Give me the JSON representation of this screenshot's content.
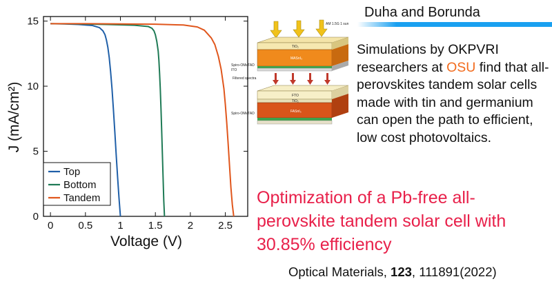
{
  "chart_data": {
    "type": "line",
    "xlabel": "Voltage (V)",
    "ylabel": "J (mA/cm²)",
    "xlim": [
      -0.1,
      2.82
    ],
    "ylim": [
      0,
      15.35
    ],
    "xticks": [
      0,
      0.5,
      1,
      1.5,
      2,
      2.5
    ],
    "xtick_labels": [
      "0",
      "0.5",
      "1",
      "1.5",
      "2",
      "2.5"
    ],
    "yticks": [
      0,
      5,
      10,
      15
    ],
    "ytick_labels": [
      "0",
      "5",
      "10",
      "15"
    ],
    "legend_position": "bottom-left",
    "series": [
      {
        "name": "Top",
        "color": "#1f5fa8",
        "x": [
          0,
          0.2,
          0.4,
          0.6,
          0.7,
          0.75,
          0.78,
          0.8,
          0.82,
          0.84,
          0.86,
          0.88,
          0.9,
          0.92,
          0.94,
          0.96,
          0.98,
          1.0
        ],
        "y": [
          14.8,
          14.78,
          14.74,
          14.66,
          14.5,
          14.25,
          13.95,
          13.55,
          13.0,
          12.2,
          11.1,
          9.8,
          8.2,
          6.5,
          4.7,
          3.0,
          1.4,
          0
        ]
      },
      {
        "name": "Bottom",
        "color": "#1e7a55",
        "x": [
          0,
          0.4,
          0.8,
          1.2,
          1.4,
          1.45,
          1.48,
          1.5,
          1.52,
          1.54,
          1.55,
          1.56,
          1.57,
          1.58,
          1.59,
          1.6,
          1.61,
          1.62,
          1.63
        ],
        "y": [
          14.8,
          14.78,
          14.74,
          14.68,
          14.58,
          14.45,
          14.25,
          13.95,
          13.45,
          12.7,
          12.0,
          11.0,
          9.8,
          8.3,
          6.6,
          4.8,
          3.0,
          1.2,
          0
        ]
      },
      {
        "name": "Tandem",
        "color": "#e0561c",
        "x": [
          0,
          0.5,
          1.0,
          1.5,
          1.9,
          2.1,
          2.2,
          2.3,
          2.35,
          2.4,
          2.44,
          2.48,
          2.5,
          2.52,
          2.54,
          2.56,
          2.58,
          2.6,
          2.62
        ],
        "y": [
          14.8,
          14.8,
          14.78,
          14.76,
          14.7,
          14.55,
          14.3,
          13.7,
          13.2,
          12.3,
          11.3,
          9.8,
          8.6,
          7.2,
          5.6,
          3.9,
          2.2,
          0.9,
          0
        ]
      }
    ]
  },
  "schematic": {
    "illumination_label": "AM 1.5G 1 sun",
    "top_cell_layers": [
      "TiO₂",
      "MASnI₃",
      "Spiro-OMeTAD",
      "ITO"
    ],
    "filtered_label": "Filtered spectra",
    "bottom_cell_layers": [
      "FTO",
      "TiO₂",
      "FASnI₃",
      "Spiro-OMeTAD"
    ]
  },
  "author": "Duha and Borunda",
  "summary": {
    "before": "Simulations by OKPVRI researchers at ",
    "highlight": "OSU",
    "after": " find that all-perovskites tandem solar cells made with tin and germanium can open the path to efficient, low cost photovoltaics."
  },
  "paper_title": "Optimization of a Pb-free all-perovskite tandem solar cell with 30.85% efficiency",
  "citation": {
    "journal": "Optical Materials, ",
    "volume": "123",
    "rest": ", 111891(2022)"
  },
  "colors": {
    "accent_bar": "#1aa0f0",
    "title_red": "#e8204a",
    "highlight_orange": "#f26b1d"
  }
}
